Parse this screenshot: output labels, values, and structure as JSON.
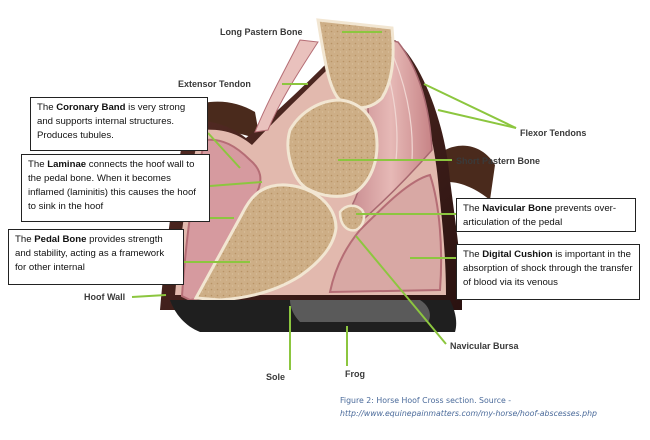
{
  "labels": {
    "long_pastern_bone": "Long Pastern Bone",
    "extensor_tendon": "Extensor Tendon",
    "flexor_tendons": "Flexor Tendons",
    "short_pastern_bone": "Short Pastern Bone",
    "hoof_wall": "Hoof Wall",
    "navicular_bursa": "Navicular Bursa",
    "sole": "Sole",
    "frog": "Frog"
  },
  "callouts": {
    "coronary_band": {
      "term": "Coronary Band",
      "before": "The ",
      "after": " is very strong and supports internal structures. Produces tubules."
    },
    "laminae": {
      "term": "Laminae",
      "before": "The ",
      "after": " connects the hoof wall to the pedal bone. When it becomes inflamed (laminitis) this causes the hoof to sink in the hoof"
    },
    "pedal_bone": {
      "term": "Pedal Bone",
      "before": "The ",
      "after": " provides strength and stability, acting as a framework for other internal"
    },
    "navicular_bone": {
      "term": "Navicular Bone",
      "before": "The ",
      "after": " prevents over-articulation of the pedal"
    },
    "digital_cushion": {
      "term": "Digital Cushion",
      "before": "The ",
      "after": " is important in the absorption of shock through the transfer of blood via its venous"
    }
  },
  "caption": {
    "line1": "Figure 2: Horse Hoof Cross section. Source -",
    "line2": "http://www.equinepainmatters.com/my-horse/hoof-abscesses.php"
  },
  "colors": {
    "leader": "#8cc63f",
    "bone": "#cdae86",
    "bone_outline": "#f2e6d2",
    "tissue": "#d69a9f",
    "tissue_dark": "#b56d75",
    "hoof_wall": "#3a1d1a",
    "sole": "#222222",
    "hair": "#4a2a1c",
    "skin": "#e2b9ae"
  }
}
